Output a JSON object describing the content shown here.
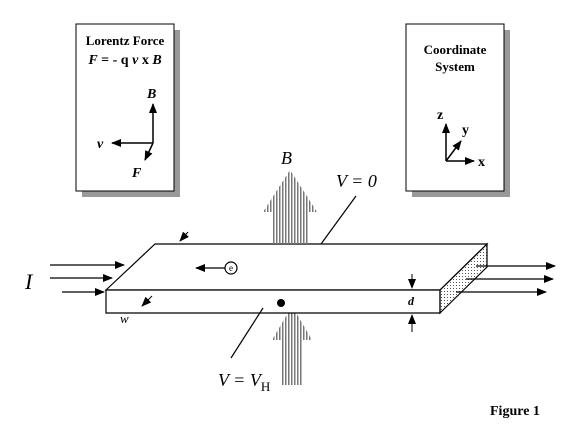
{
  "lorentz_box": {
    "title": "Lorentz Force",
    "eq_F": "F",
    "eq_mid": " = - q ",
    "eq_v": "v",
    "eq_x": " x ",
    "eq_B": "B",
    "label_B": "B",
    "label_v": "v",
    "label_F": "F"
  },
  "coord_box": {
    "title_line1": "Coordinate",
    "title_line2": "System",
    "axis_z": "z",
    "axis_y": "y",
    "axis_x": "x"
  },
  "labels": {
    "B_field": "B",
    "V_zero": "V = 0",
    "current": "I",
    "electron": "e",
    "width": "w",
    "thickness": "d",
    "V_hall_prefix": "V = V",
    "V_hall_sub": "H"
  },
  "caption": "Figure 1"
}
